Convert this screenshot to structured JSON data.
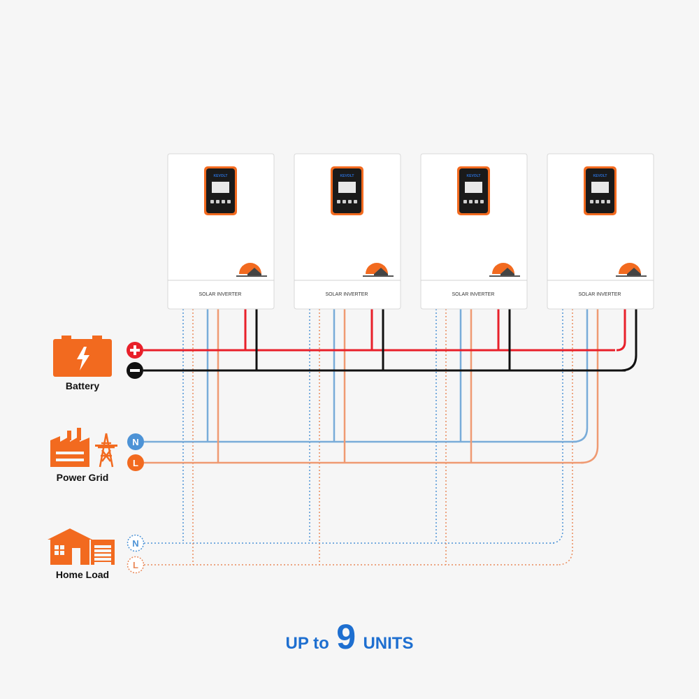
{
  "colors": {
    "dc_positive": "#e8202a",
    "dc_negative": "#111111",
    "grid_neutral": "#79acd9",
    "grid_line": "#ef9a72",
    "load_neutral": "#4d93d6",
    "load_line": "#ea8a5a",
    "accent_orange": "#f26a1f",
    "units_blue": "#1e6fd0"
  },
  "inverter": {
    "count": 4,
    "label": "SOLAR INVERTER",
    "brand": "KEVOLT"
  },
  "battery": {
    "label": "Battery",
    "icon": "battery-icon",
    "positive_icon": "plus-icon",
    "negative_icon": "minus-icon"
  },
  "grid": {
    "label": "Power Grid",
    "icon": "power-grid-icon",
    "neutral": "N",
    "line": "L"
  },
  "home": {
    "label": "Home Load",
    "icon": "home-icon",
    "neutral": "N",
    "line": "L"
  },
  "footer": {
    "prefix": "UP to",
    "number": "9",
    "suffix": "UNITS"
  }
}
